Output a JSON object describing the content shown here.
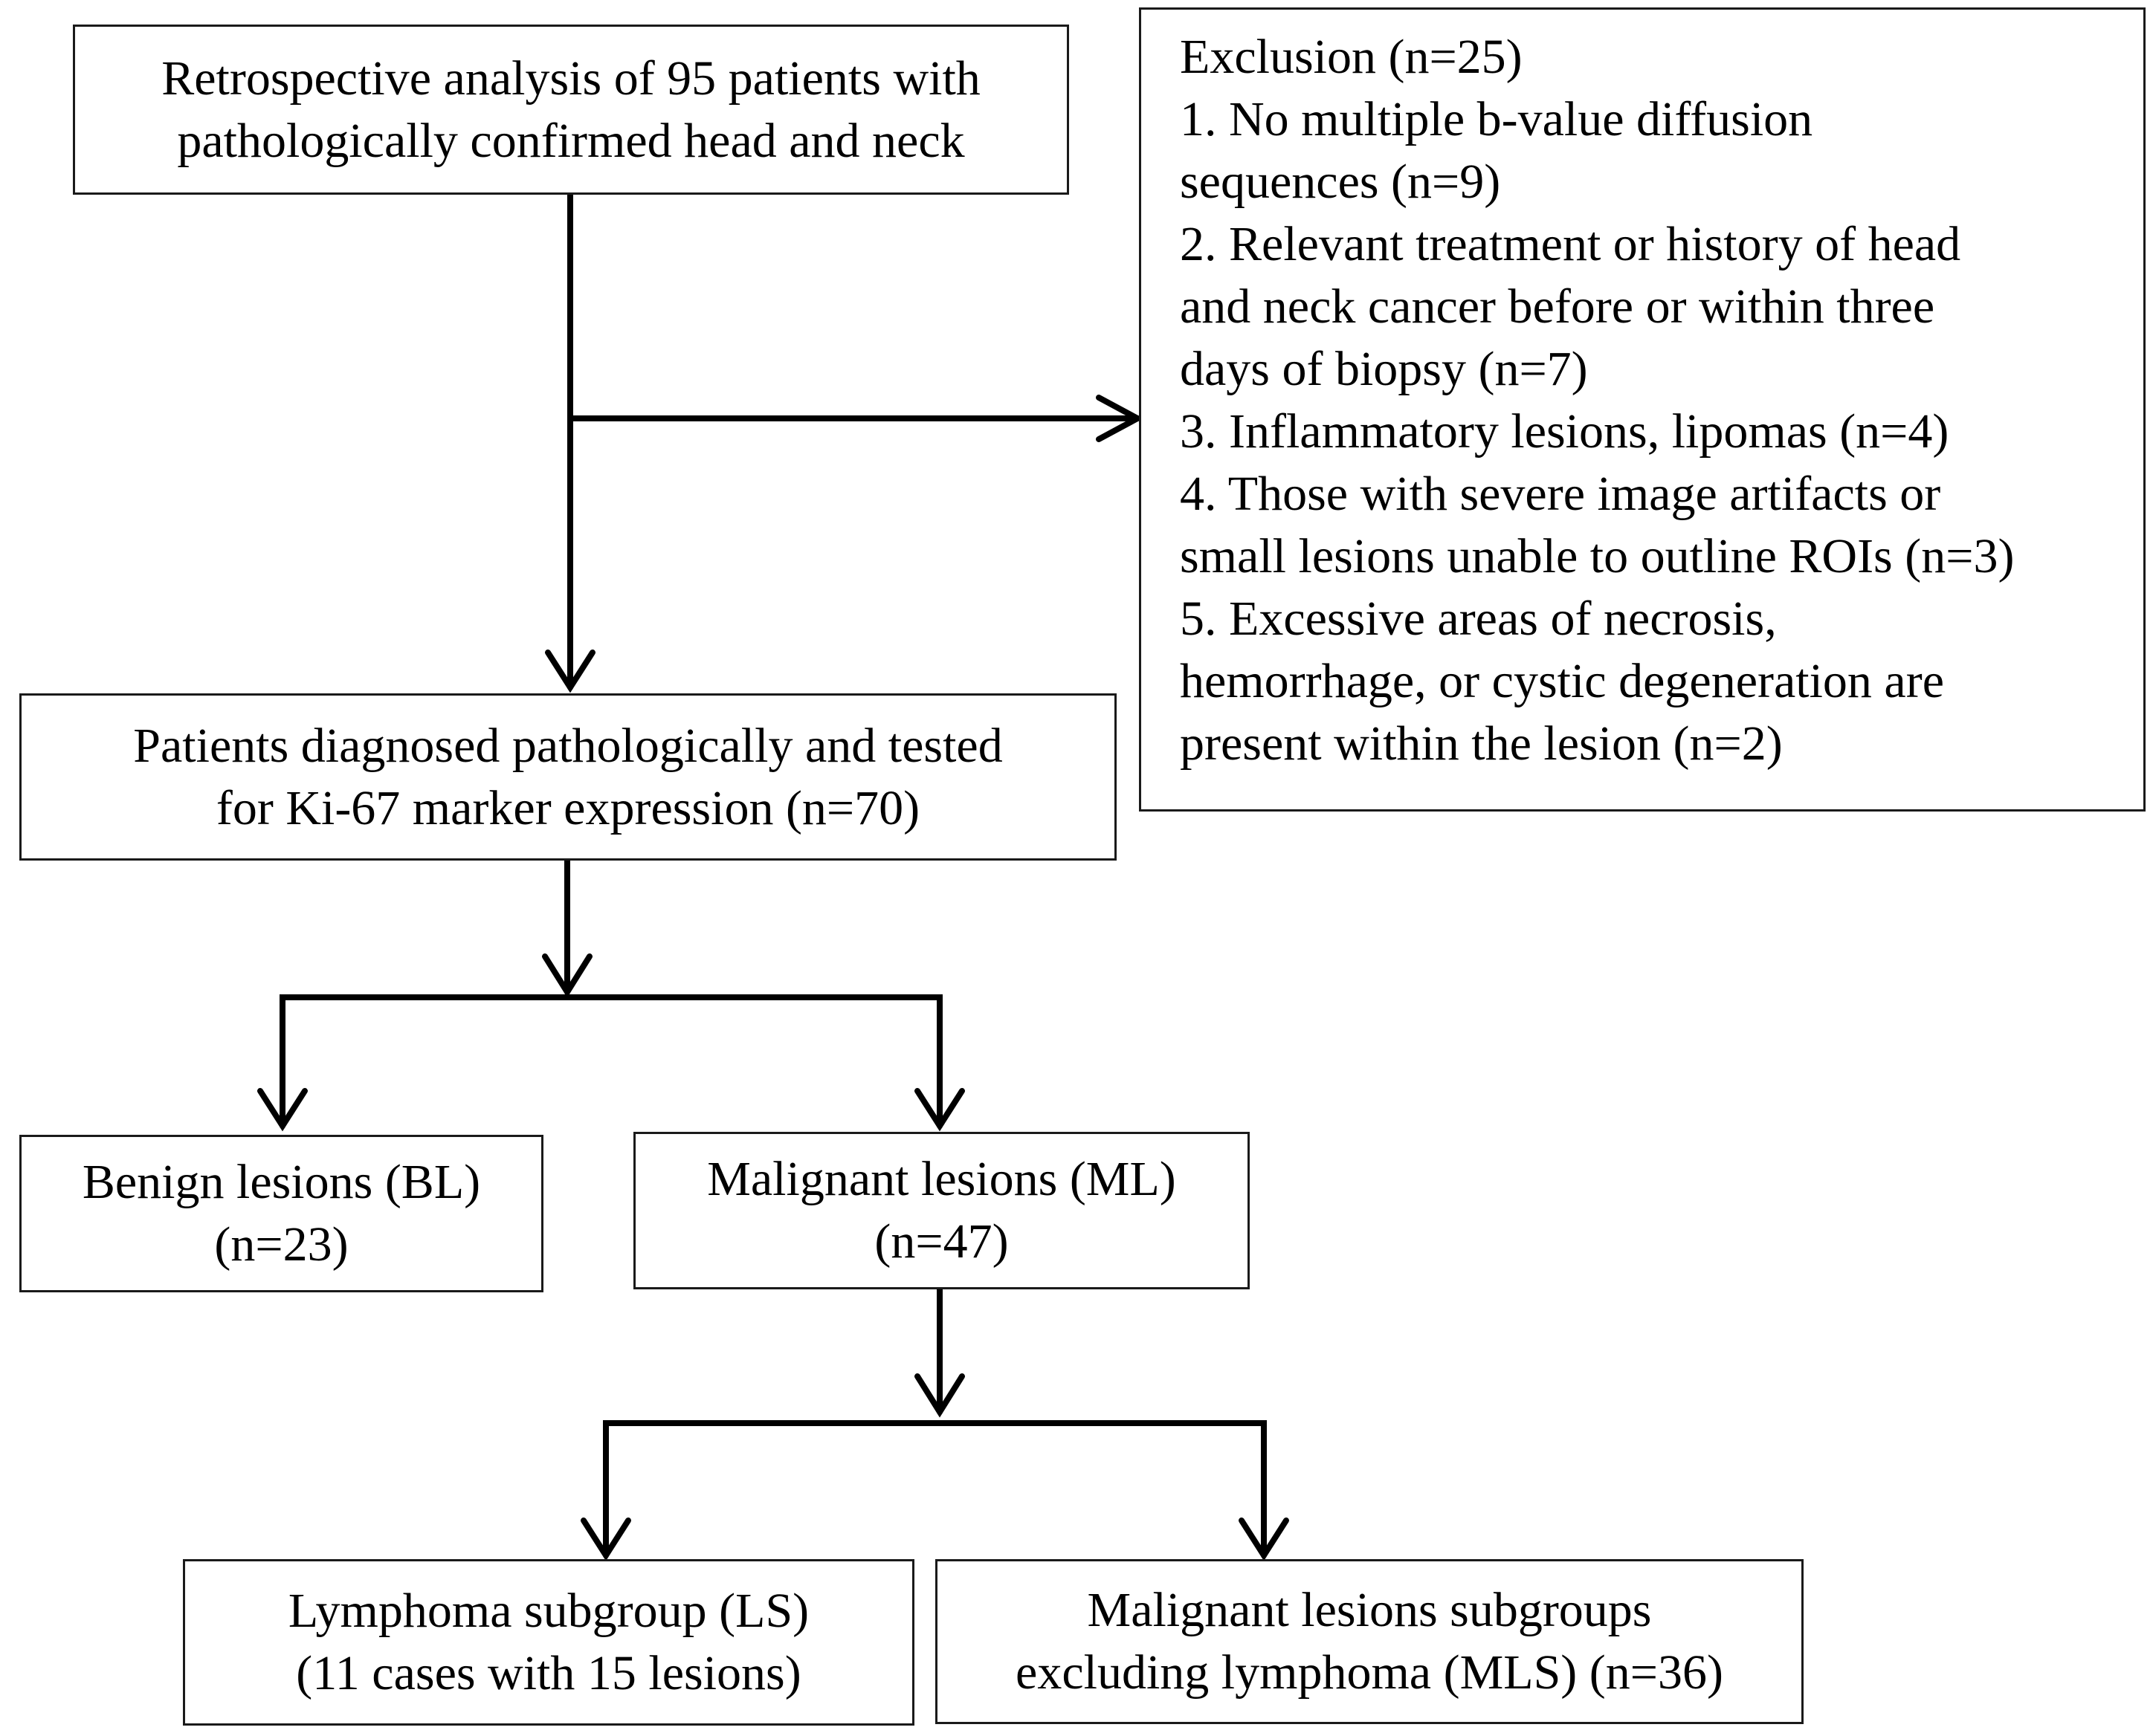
{
  "boxes": {
    "start": {
      "lines": [
        "Retrospective analysis of 95 patients with",
        "pathologically confirmed head and neck"
      ]
    },
    "exclusion": {
      "title": "Exclusion (n=25)",
      "lines": [
        "1.  No multiple b-value diffusion",
        "sequences (n=9)",
        "2.  Relevant treatment or history of head",
        "and neck cancer before or within three",
        "days of biopsy (n=7)",
        "3.  Inflammatory lesions, lipomas (n=4)",
        "4.  Those with severe image artifacts or",
        "small lesions unable to outline ROIs (n=3)",
        "5.    Excessive areas of necrosis,",
        "hemorrhage, or cystic degeneration are",
        "present within the lesion (n=2)"
      ]
    },
    "diagnosed": {
      "lines": [
        "Patients diagnosed pathologically and tested",
        "for Ki-67 marker expression (n=70)"
      ]
    },
    "benign": {
      "lines": [
        "Benign lesions (BL)",
        "(n=23)"
      ]
    },
    "malignant": {
      "lines": [
        "Malignant lesions (ML)",
        "(n=47)"
      ]
    },
    "lymphoma": {
      "lines": [
        "Lymphoma subgroup (LS)",
        "(11 cases with 15 lesions)"
      ]
    },
    "mls": {
      "lines": [
        "Malignant lesions subgroups",
        "excluding lymphoma (MLS) (n=36)"
      ]
    }
  },
  "colors": {
    "line": "#000000",
    "border": "#1a1a1a",
    "background": "#ffffff"
  }
}
